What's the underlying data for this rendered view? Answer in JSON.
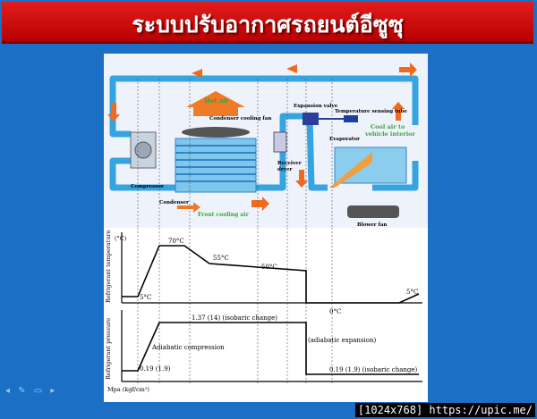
{
  "slide": {
    "title": "ระบบปรับอากาศรถยนต์อีซูซุ"
  },
  "diagram": {
    "labels": {
      "hot_air": "Hot air",
      "condenser_fan": "Condenser cooling fan",
      "expansion_valve": "Expansion valve",
      "temp_tube": "Temperature sensing tube",
      "cool_air_1": "Cool air to",
      "cool_air_2": "vehicle interior",
      "evaporator": "Evaporator",
      "compressor": "Compressor",
      "condenser": "Condenser",
      "receiver_1": "Receiver",
      "receiver_2": "dryer",
      "front_air": "Front cooling air",
      "blower": "Blower fan"
    },
    "colors": {
      "pipe": "#35a4e0",
      "arrow_orange": "#f06a1e",
      "green": "#3aa43a"
    }
  },
  "chart": {
    "y_top": "Refrigerant temperature",
    "y_top_unit": "(°C)",
    "y_bottom": "Refrigerant pressure",
    "x_unit": "Mpa (kgf/cm²)",
    "t70": "70°C",
    "t55": "55°C",
    "t50": "50°C",
    "t5a": "5°C",
    "t5b": "5°C",
    "t0": "0°C",
    "p_high": "1.37 (14) (isobaric change)",
    "p_adiabatic_comp": "Adiabatic compression",
    "p_adiabatic_exp": "(adiabatic expansion)",
    "p_low_left": "0.19 (1.9)",
    "p_low_right": "0.19 (1.9) (isobaric change)"
  },
  "chart_data": {
    "type": "line",
    "series": [
      {
        "name": "Refrigerant temperature",
        "values": [
          5,
          5,
          70,
          70,
          55,
          55,
          50,
          50,
          0,
          0,
          5
        ],
        "unit": "°C"
      },
      {
        "name": "Refrigerant pressure",
        "values": [
          0.19,
          0.19,
          1.37,
          1.37,
          1.37,
          1.37,
          1.37,
          1.37,
          0.19,
          0.19,
          0.19
        ],
        "unit": "Mpa"
      }
    ]
  },
  "watermark": "[1024x768] https://upic.me/"
}
